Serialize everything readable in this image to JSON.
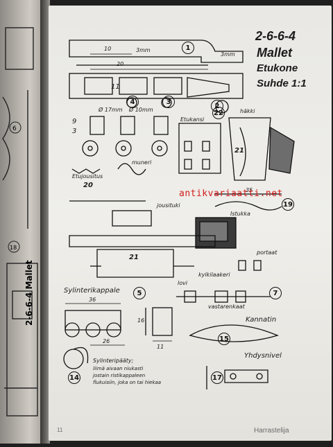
{
  "title": {
    "code": "2-6-6-4",
    "name": "Mallet",
    "sub": "Etukone",
    "scale": "Suhde 1:1"
  },
  "labels": {
    "d1": "10",
    "d2": "3mm",
    "d3": "20",
    "d4": "3mm",
    "mm1": "Ø 17mm",
    "mm2": "Ø 10mm",
    "p9": "9",
    "p3": "3",
    "p11": "11",
    "p21": "21",
    "etukansi": "Etukansi",
    "hakki": "häkki",
    "muneri": "muneri",
    "etujousitus": "Etujousitus",
    "n20": "20",
    "n35": "35",
    "jousituki": "jousituki",
    "istukka": "Istukka",
    "portaat": "portaat",
    "kylkilaakeri": "kylkilaakeri",
    "lovi": "lovi",
    "vastarenkaat": "vastarenkaat",
    "sylinterikappale": "Sylinterikappale",
    "d36": "36",
    "d26": "26",
    "d16": "16",
    "d11": "11",
    "kannatin": "Kannatin",
    "yhdysnivel": "Yhdysnivel",
    "sylpaaty": "Sylinteripääty;",
    "note1": "liimä aivaan niukasti",
    "note2": "jostain ristikappaleen",
    "note3": "flukuisiin, joka on tai hiekaa",
    "big21": "21"
  },
  "parts": {
    "c1": "1",
    "c2": "2",
    "c3": "3",
    "c4": "4",
    "c5": "5",
    "c6": "6",
    "c7": "7",
    "c14": "14",
    "c15": "15",
    "c17": "17",
    "c19": "19",
    "c22": "22"
  },
  "watermark": "antikvariaatti.net",
  "footer": {
    "left": "11",
    "right": "Harrastelija"
  },
  "leftpage": {
    "c6": "6",
    "c18": "18",
    "vert": "2-6-6-4 Mallet"
  }
}
